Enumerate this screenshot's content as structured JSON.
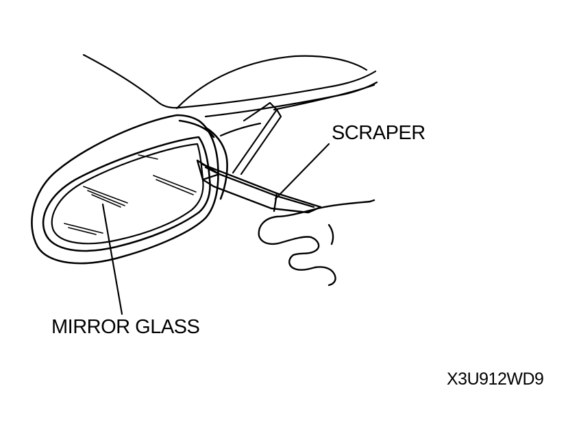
{
  "labels": {
    "scraper": "SCRAPER",
    "mirror_glass": "MIRROR GLASS"
  },
  "figure_code": "X3U912WD9",
  "colors": {
    "ink": "#000000",
    "paper": "#ffffff"
  }
}
